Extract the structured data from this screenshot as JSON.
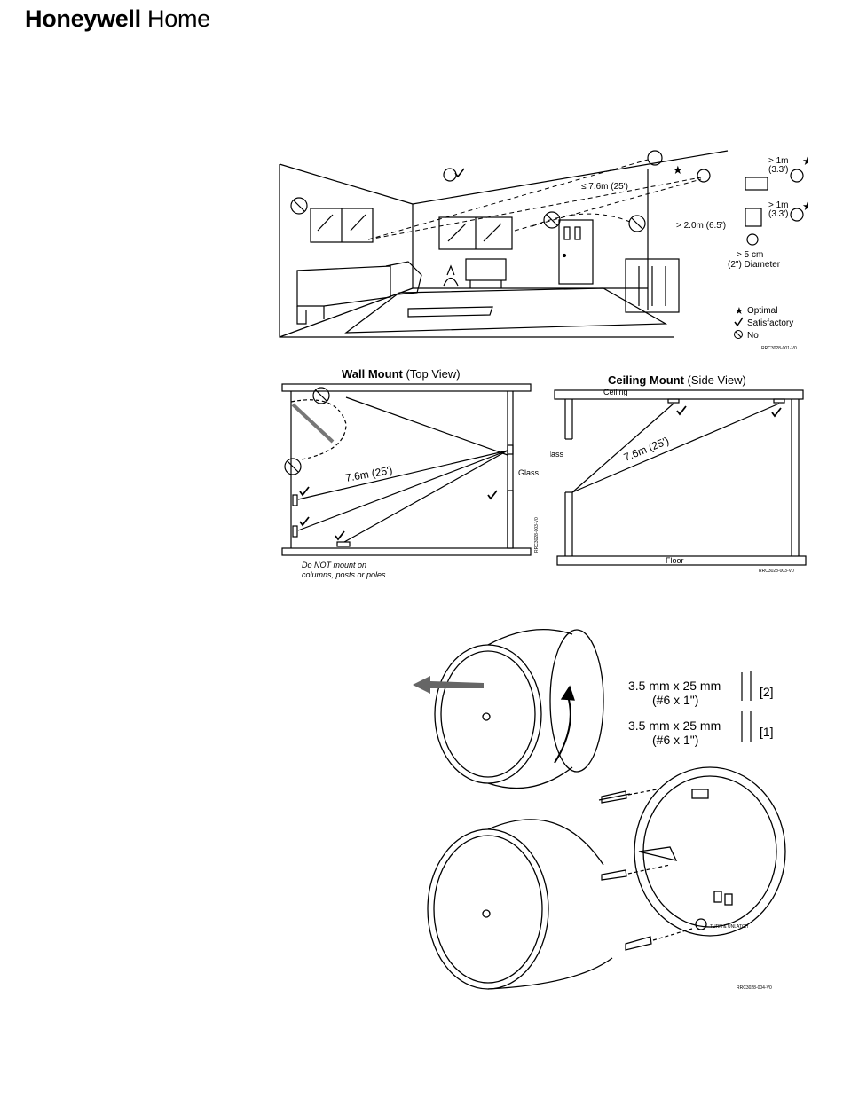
{
  "header": {
    "brand_bold": "Honeywell",
    "brand_regular": " Home"
  },
  "room_figure": {
    "distance_max": "≤ 7.6m (25')",
    "height_min": "> 2.0m (6.5')",
    "side_gap_1": "> 1m",
    "side_gap_1_imp": "(3.3')",
    "side_gap_2": "> 1m",
    "side_gap_2_imp": "(3.3')",
    "diameter_1": "> 5 cm",
    "diameter_2": "(2\") Diameter",
    "legend": [
      {
        "icon": "star",
        "label": "Optimal"
      },
      {
        "icon": "check",
        "label": "Satisfactory"
      },
      {
        "icon": "no",
        "label": "No"
      }
    ],
    "code": "RRC3028-001-V0"
  },
  "wall_mount": {
    "title_bold": "Wall Mount",
    "title_regular": " (Top View)",
    "distance": "7.6m (25')",
    "glass_label": "Glass",
    "note_line1": "Do NOT mount on",
    "note_line2": "columns, posts or poles.",
    "code": "RRC3028-003-V0"
  },
  "ceiling_mount": {
    "title_bold": "Ceiling Mount",
    "title_regular": " (Side View)",
    "ceiling_label": "Ceiling",
    "glass_label": "Glass",
    "floor_label": "Floor",
    "distance": "7.6m (25')",
    "code": "RRC3028-003-V0"
  },
  "hardware_figure": {
    "screw_1_size": "3.5 mm x 25 mm",
    "screw_1_imp": "(#6 x 1\")",
    "screw_1_qty": "[2]",
    "screw_2_size": "3.5 mm x 25 mm",
    "screw_2_imp": "(#6 x 1\")",
    "screw_2_qty": "[1]",
    "base_label": "TURN & UNLATCH",
    "code": "RRC3028-004-V0"
  }
}
